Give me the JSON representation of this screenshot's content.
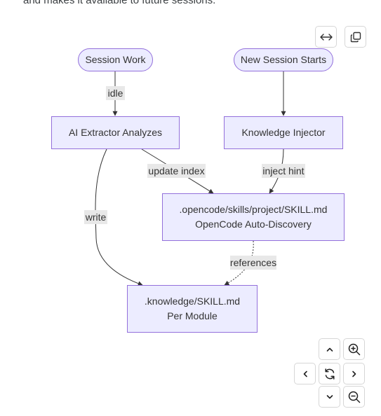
{
  "intro_text": "and makes it available to future sessions.",
  "toolbar": {
    "expand_icon": "expand-horizontal-icon",
    "copy_icon": "copy-icon"
  },
  "diagram": {
    "nodes": {
      "session_work": "Session Work",
      "new_session": "New Session Starts",
      "extractor": "AI Extractor Analyzes",
      "injector": "Knowledge Injector",
      "opencode_line1": ".opencode/skills/project/SKILL.md",
      "opencode_line2": "OpenCode Auto-Discovery",
      "knowledge_line1": ".knowledge/SKILL.md",
      "knowledge_line2": "Per Module"
    },
    "edges": {
      "idle": "idle",
      "update_index": "update index",
      "inject_hint": "inject hint",
      "write": "write",
      "references": "references"
    },
    "colors": {
      "node_fill": "#ECECFF",
      "node_stroke": "#9370DB",
      "edge": "#333333",
      "label_bg": "#e8e8e8"
    }
  },
  "zoom_controls": [
    "zoom-in-icon",
    "pan-up-icon",
    "pan-left-icon",
    "reset-icon",
    "pan-right-icon",
    "pan-down-icon",
    "zoom-out-icon"
  ]
}
